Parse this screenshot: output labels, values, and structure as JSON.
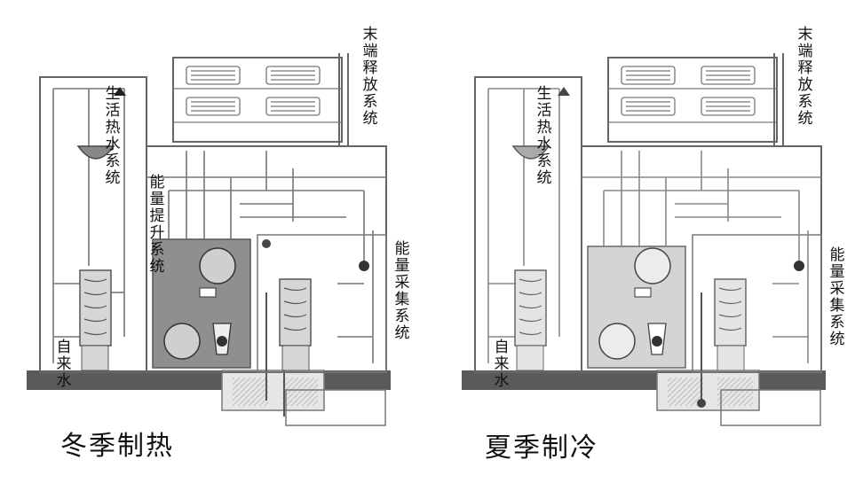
{
  "panels": [
    {
      "caption": "冬季制热",
      "labels": {
        "terminal": "末端释放系统",
        "hot_water": "生活热水系统",
        "energy_lift": "能量提升系统",
        "energy_collect": "能量采集系统",
        "tap_water": "自来水"
      }
    },
    {
      "caption": "夏季制冷",
      "labels": {
        "terminal": "末端释放系统",
        "hot_water": "生活热水系统",
        "energy_collect": "能量采集系统",
        "tap_water": "自来水"
      }
    }
  ],
  "colors": {
    "line": "#6e6e6e",
    "frame": "#555555",
    "ground": "#5a5a5a",
    "unit_fill_winter": "#8f8f8f",
    "unit_fill_summer": "#d4d4d4",
    "well_fill": "#e6e6e6"
  }
}
